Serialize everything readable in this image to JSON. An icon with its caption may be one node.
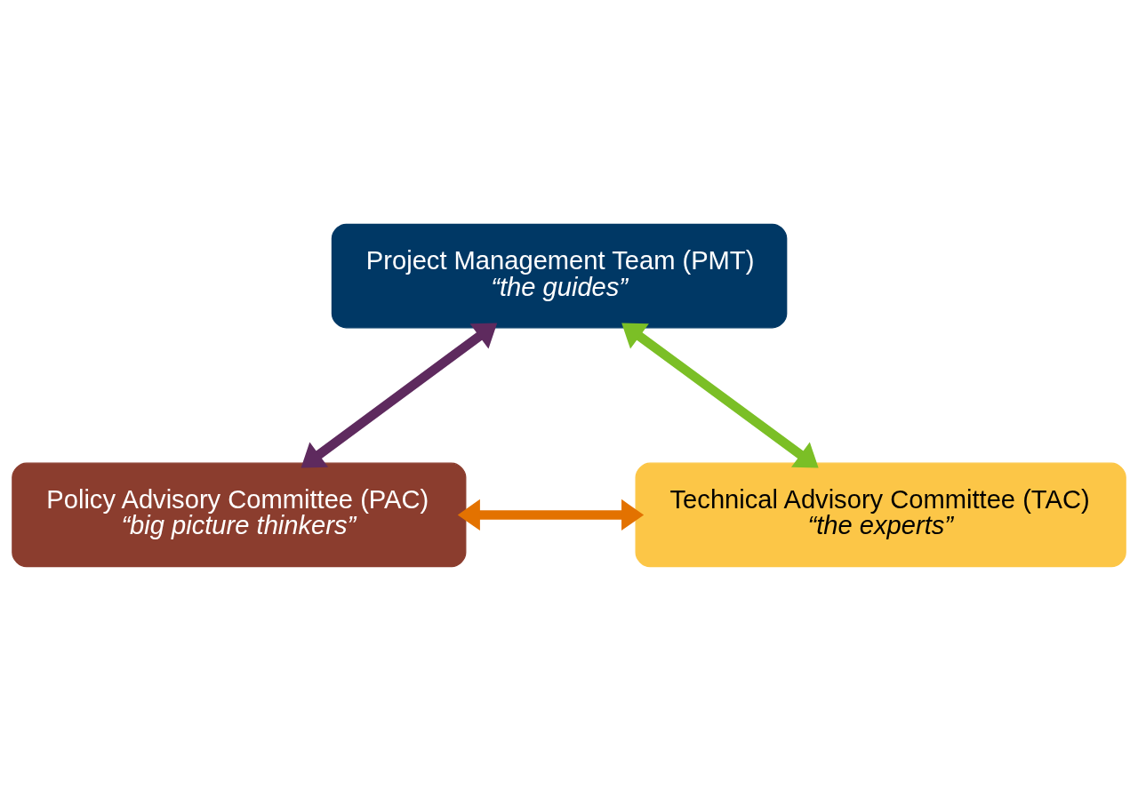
{
  "diagram": {
    "nodes": [
      {
        "text": [
          "Project Management Team (PMT)",
          "“the guides”"
        ]
      },
      {
        "text": [
          "Policy Advisory Committee (PAC)",
          "“big picture thinkers”"
        ]
      },
      {
        "text": [
          "Technical Advisory Committee (TAC)",
          "“the experts”"
        ]
      }
    ],
    "edges": [
      {
        "from": 0,
        "to": 1,
        "arrow": "both",
        "color": "#5e2a5e"
      },
      {
        "from": 0,
        "to": 2,
        "arrow": "both",
        "color": "#7bbf26"
      },
      {
        "from": 1,
        "to": 2,
        "arrow": "both",
        "color": "#e37200"
      }
    ]
  }
}
